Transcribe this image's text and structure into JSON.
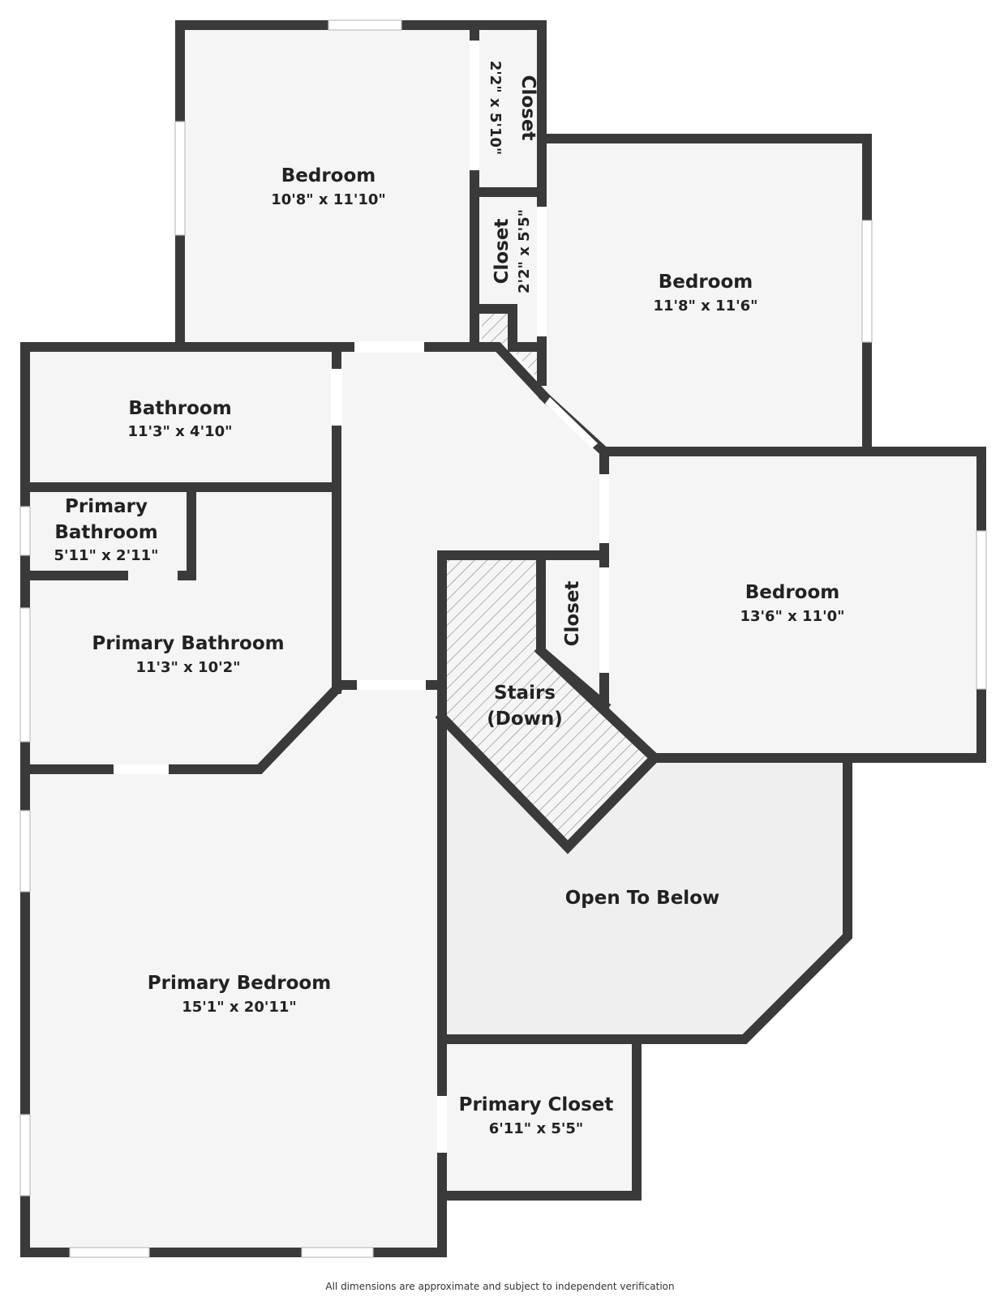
{
  "rooms": {
    "bedroom_top": {
      "name": "Bedroom",
      "dims": "10'8\" x 11'10\""
    },
    "closet_top": {
      "name": "Closet",
      "dims": "2'2\" x 5'10\""
    },
    "closet_mid": {
      "name": "Closet",
      "dims": "2'2\" x 5'5\""
    },
    "bedroom_right": {
      "name": "Bedroom",
      "dims": "11'8\" x 11'6\""
    },
    "bathroom": {
      "name": "Bathroom",
      "dims": "11'3\" x 4'10\""
    },
    "primary_bath_small": {
      "name_line1": "Primary",
      "name_line2": "Bathroom",
      "dims": "5'11\" x 2'11\""
    },
    "primary_bath": {
      "name": "Primary Bathroom",
      "dims": "11'3\" x 10'2\""
    },
    "closet_small": {
      "name": "Closet"
    },
    "bedroom_lower": {
      "name": "Bedroom",
      "dims": "13'6\" x 11'0\""
    },
    "stairs": {
      "name_line1": "Stairs",
      "name_line2": "(Down)"
    },
    "open_to_below": {
      "name": "Open To Below"
    },
    "primary_bedroom": {
      "name": "Primary Bedroom",
      "dims": "15'1\" x 20'11\""
    },
    "primary_closet": {
      "name": "Primary Closet",
      "dims": "6'11\" x 5'5\""
    }
  },
  "footnote": "All dimensions are approximate and subject to independent verification",
  "colors": {
    "wall": "#3a3a3a",
    "floor": "#f5f5f5",
    "open_to_below": "#efefef"
  }
}
